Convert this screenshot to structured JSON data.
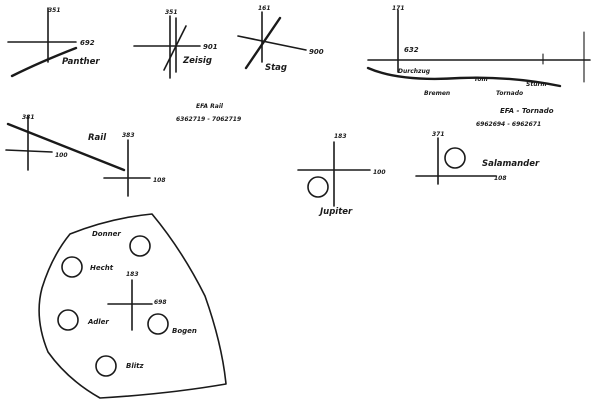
{
  "labels": {
    "panther_sector": "351",
    "panther_line": "692",
    "panther_name": "Panther",
    "zeisig_sector": "351",
    "zeisig_line": "901",
    "zeisig_name": "Zeisig",
    "stag_sector": "161",
    "stag_line": "900",
    "stag_name": "Stag",
    "top_right_sector": "171",
    "top_right_line": "632",
    "durchzug": "Durchzug",
    "tom": "Tom",
    "storm": "Sturm",
    "bremen": "Bremen",
    "tornado": "Tornado",
    "efa_rail_title": "EFA Rail",
    "efa_rail_range": "6362719 - 7062719",
    "efa_tornado_title": "EFA - Tornado",
    "efa_tornado_range": "6962694 - 6962671",
    "rail_sector": "381",
    "rail_small": "100",
    "rail_name": "Rail",
    "rail_cross_sector": "383",
    "rail_cross_line": "108",
    "jupiter_sector": "183",
    "jupiter_line": "100",
    "jupiter_name": "Jupiter",
    "salamander_sector": "371",
    "salamander_line": "108",
    "salamander_name": "Salamander",
    "donner": "Donner",
    "hecht": "Hecht",
    "field_sector": "183",
    "field_line": "698",
    "adler": "Adler",
    "bogen": "Bogen",
    "blitz": "Blitz"
  }
}
